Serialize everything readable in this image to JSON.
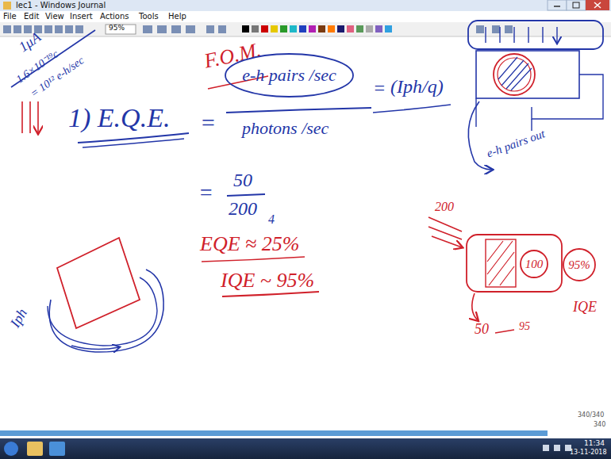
{
  "diagram": {
    "nodes": [
      {
        "text": [
          "e-h pairs /sec"
        ]
      },
      {
        "text": [
          "100"
        ]
      },
      {
        "text": [
          "95%"
        ]
      }
    ],
    "labels": [
      "lec1 - Windows Journal",
      "File",
      "Edit",
      "View",
      "Insert",
      "Actions",
      "Tools",
      "Help",
      "95%",
      "1μA",
      "1.6×10⁻¹⁹c",
      "= 10¹² e-h/sec",
      "F.O.M.",
      "1) E.Q.E.",
      "=",
      "photons /sec",
      "=",
      "(Iph/q)",
      "e-h pairs out",
      "=",
      "50",
      "200",
      "4",
      "EQE ≈ 25%",
      "IQE ~ 95%",
      "Iph",
      "200",
      "IQE",
      "50",
      "95",
      "340/340",
      "340",
      "11:34",
      "13-11-2018"
    ]
  }
}
